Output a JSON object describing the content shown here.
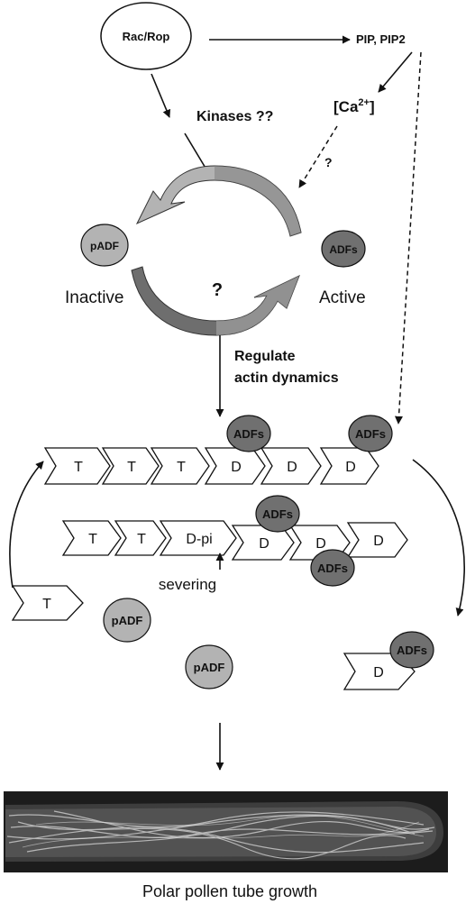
{
  "colors": {
    "ink": "#111111",
    "light_gray": "#b3b3b3",
    "dark_gray": "#707070",
    "pale_gray": "#c9c9c9",
    "image_bg": "#1c1c1c"
  },
  "nodes": {
    "rac_rop": "Rac/Rop",
    "pip": "PIP, PIP2",
    "ca": {
      "base": "[Ca",
      "sup": "2+",
      "close": "]"
    },
    "kinases": "Kinases ??",
    "question_1": "?",
    "question_2": "?",
    "padf_cycle": "pADF",
    "adfs_cycle": "ADFs",
    "inactive": "Inactive",
    "active": "Active",
    "regulate_line1": "Regulate",
    "regulate_line2": "actin dynamics",
    "severing": "severing",
    "caption": "Polar pollen tube growth"
  },
  "filament_top": [
    "T",
    "T",
    "T",
    "D",
    "D",
    "D"
  ],
  "filament_mid": [
    "T",
    "T",
    "D-pi",
    "D",
    "D",
    "D"
  ],
  "free_monomer_left": "T",
  "free_monomer_right": "D",
  "adfs_badges": [
    "ADFs",
    "ADFs",
    "ADFs",
    "ADFs",
    "ADFs"
  ],
  "padf_badges": [
    "pADF",
    "pADF"
  ]
}
